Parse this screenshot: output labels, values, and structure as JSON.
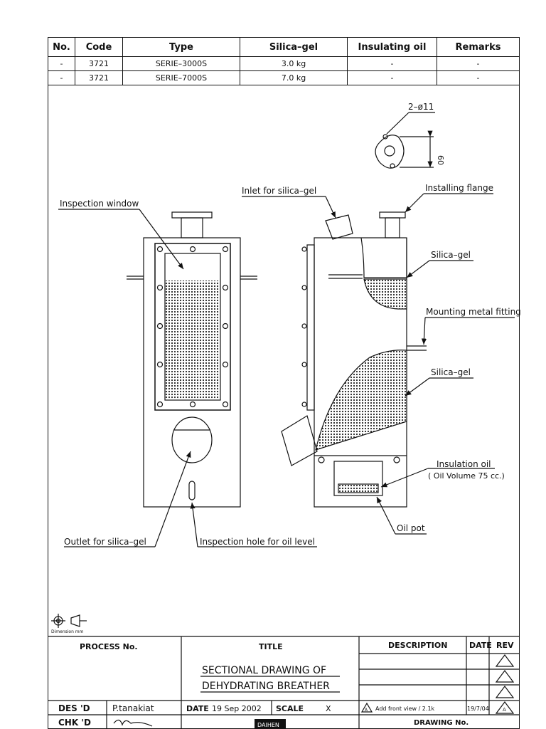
{
  "spec_table": {
    "headers": [
      "No.",
      "Code",
      "Type",
      "Silica–gel",
      "Insulating oil",
      "Remarks"
    ],
    "rows": [
      [
        "-",
        "3721",
        "SERIE–3000S",
        "3.0 kg",
        "-",
        "-"
      ],
      [
        "-",
        "3721",
        "SERIE–7000S",
        "7.0 kg",
        "-",
        "-"
      ]
    ]
  },
  "labels": {
    "flange_holes": "2–ø11",
    "flange_dim": "60",
    "inlet": "Inlet for silica–gel",
    "installing_flange": "Installing flange",
    "inspection_window": "Inspection window",
    "silica_gel_upper": "Silica–gel",
    "mounting_fitting": "Mounting metal fitting",
    "silica_gel_lower": "Silica–gel",
    "insulation_oil": "Insulation oil",
    "oil_volume": "( Oil Volume 75 cc.)",
    "oil_pot": "Oil pot",
    "outlet": "Outlet for silica–gel",
    "inspection_hole": "Inspection hole for oil level",
    "dimension_note": "Dimension mm"
  },
  "title_block": {
    "process_no": "PROCESS No.",
    "title_header": "TITLE",
    "title_line1": "SECTIONAL DRAWING OF",
    "title_line2": "DEHYDRATING BREATHER",
    "description_header": "DESCRIPTION",
    "date_header": "DATE",
    "rev_header": "REV",
    "rev_note": "Add front view / 2.1k",
    "rev_note_symbol": "A",
    "rev_date": "19/7/04",
    "rev_letter": "A",
    "des_label": "DES 'D",
    "des_name": "P.tanakiat",
    "chk_label": "CHK 'D",
    "date_label": "DATE",
    "date_value": "19 Sep 2002",
    "scale_label": "SCALE",
    "scale_value": "X",
    "company_stamp": "DAIHEN",
    "drawing_no_label": "DRAWING No."
  }
}
